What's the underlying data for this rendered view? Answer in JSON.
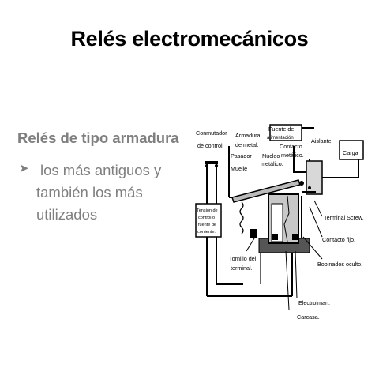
{
  "slide": {
    "title": "Relés electromecánicos",
    "subheading": "Relés de tipo armadura",
    "bullet": {
      "icon": "arrow-bullet-icon",
      "lines": [
        "los más antiguos y",
        "también los más",
        "utilizados"
      ]
    }
  },
  "diagram": {
    "labels": {
      "conmutador_1": "Conmutador",
      "conmutador_2": "de control.",
      "armadura_1": "Armadura",
      "armadura_2": "de metal.",
      "pasador": "Pasador",
      "fuente_1": "Fuente de",
      "fuente_2": "alimentación",
      "nucleo_1": "Nucleo",
      "nucleo_2": "metálico.",
      "contacto_met_1": "Contacto",
      "contacto_met_2": "metálico.",
      "aislante": "Aislante",
      "carga": "Carga",
      "muelle": "Muelle",
      "tension_1": "Tensión de",
      "tension_2": "control o",
      "tension_3": "fuente de",
      "tension_4": "corriente.",
      "terminal_screw": "Terminal Screw.",
      "contacto_fijo": "Contacto fijo.",
      "tornillo_1": "Tornillo del",
      "tornillo_2": "terminal.",
      "bobinados": "Bobinados oculto.",
      "electroiman": "Electroiman.",
      "carcasa": "Carcasa."
    }
  }
}
